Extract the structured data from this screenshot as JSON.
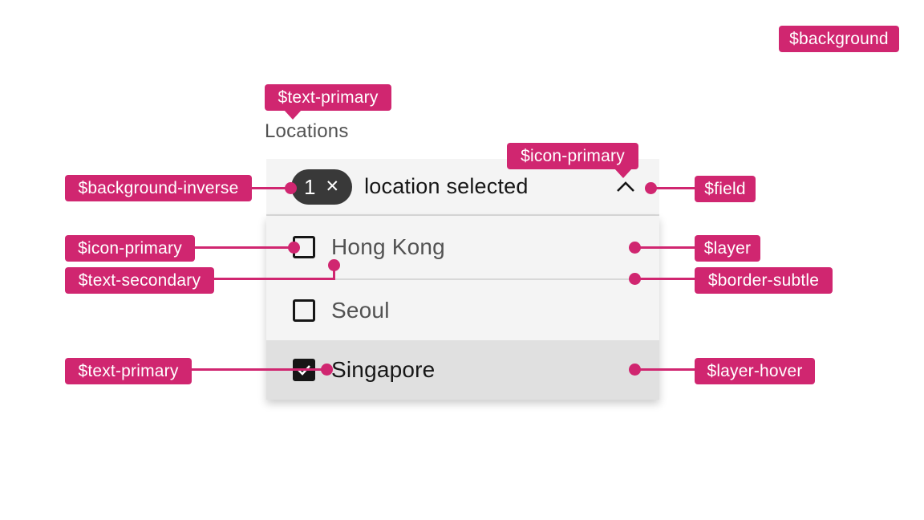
{
  "colors": {
    "annotation_pink": "#d02670",
    "background": "#ffffff",
    "background_inverse": "#393939",
    "field": "#f4f4f4",
    "layer": "#f4f4f4",
    "layer_hover": "#e0e0e0",
    "border_subtle": "#d8d8d8",
    "text_primary": "#161616",
    "text_secondary": "#525252",
    "icon_primary": "#161616"
  },
  "icons": {
    "clear": {
      "name": "close-icon",
      "glyph": "✕"
    },
    "chevron": {
      "name": "chevron-up-icon"
    },
    "check": {
      "name": "checkmark-icon"
    },
    "checkbox": {
      "name": "checkbox-unchecked-icon"
    }
  },
  "multiselect": {
    "label": "Locations",
    "field": {
      "tag_count": "1",
      "text": "location selected"
    },
    "options": [
      {
        "label": "Hong Kong",
        "checked": false,
        "state": "default"
      },
      {
        "label": "Seoul",
        "checked": false,
        "state": "default"
      },
      {
        "label": "Singapore",
        "checked": true,
        "state": "hover"
      }
    ]
  },
  "annotations": {
    "background": {
      "label": "$background"
    },
    "text_primary_top": {
      "label": "$text-primary"
    },
    "icon_primary_top": {
      "label": "$icon-primary"
    },
    "background_inverse": {
      "label": "$background-inverse"
    },
    "icon_primary_left": {
      "label": "$icon-primary"
    },
    "text_secondary": {
      "label": "$text-secondary"
    },
    "text_primary_bottom": {
      "label": "$text-primary"
    },
    "field": {
      "label": "$field"
    },
    "layer": {
      "label": "$layer"
    },
    "border_subtle": {
      "label": "$border-subtle"
    },
    "layer_hover": {
      "label": "$layer-hover"
    }
  }
}
